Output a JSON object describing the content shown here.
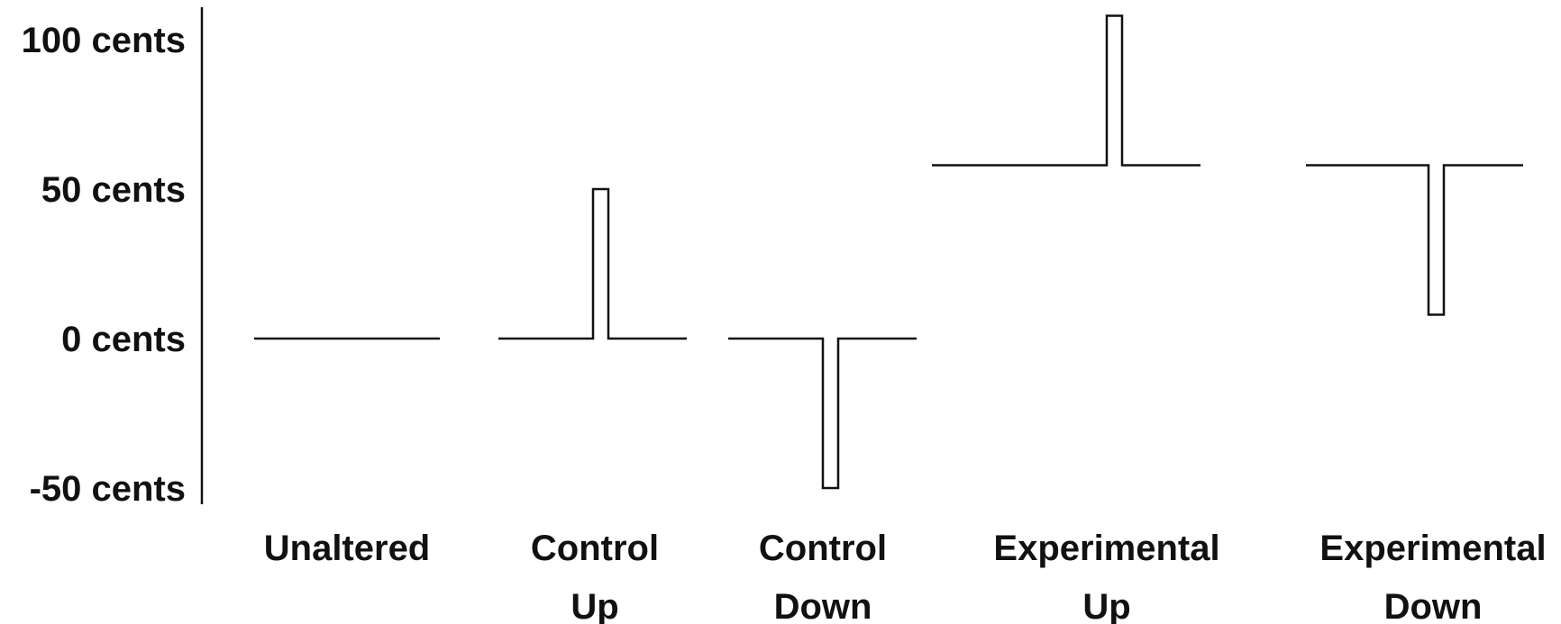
{
  "chart_data": {
    "type": "line",
    "title": "",
    "xlabel": "",
    "ylabel": "",
    "y_ticks": [
      {
        "value": 100,
        "label": "100 cents"
      },
      {
        "value": 50,
        "label": "50 cents"
      },
      {
        "value": 0,
        "label": "0 cents"
      },
      {
        "value": -50,
        "label": "-50 cents"
      }
    ],
    "ylim": [
      -50,
      110
    ],
    "grid": false,
    "legend": "none",
    "color": "#111111",
    "conditions": [
      {
        "id": "unaltered",
        "label_lines": [
          "Unaltered"
        ],
        "baseline": 0,
        "pulse_peak": null
      },
      {
        "id": "control-up",
        "label_lines": [
          "Control",
          "Up"
        ],
        "baseline": 0,
        "pulse_peak": 50
      },
      {
        "id": "control-down",
        "label_lines": [
          "Control",
          "Down"
        ],
        "baseline": 0,
        "pulse_peak": -50
      },
      {
        "id": "experimental-up",
        "label_lines": [
          "Experimental",
          "Up"
        ],
        "baseline": 58,
        "pulse_peak": 108
      },
      {
        "id": "experimental-down",
        "label_lines": [
          "Experimental",
          "Down"
        ],
        "baseline": 58,
        "pulse_peak": 8
      }
    ]
  }
}
